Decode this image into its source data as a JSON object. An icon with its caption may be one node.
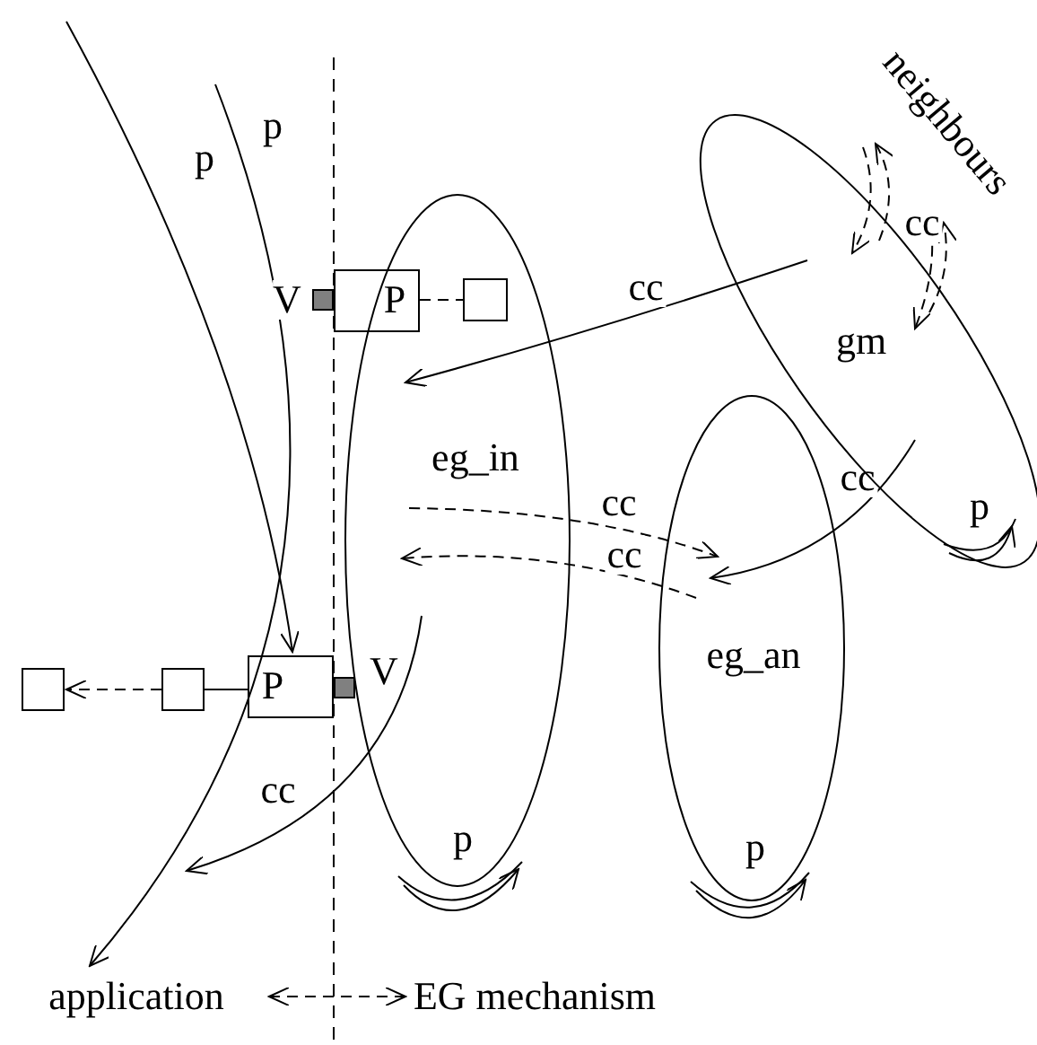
{
  "diagram": {
    "nodes": [
      {
        "text": [
          "eg_in"
        ]
      },
      {
        "text": [
          "eg_an"
        ]
      },
      {
        "text": [
          "gm"
        ]
      },
      {
        "text": [
          "P"
        ]
      },
      {
        "text": [],
        "shape": "box",
        "beside": [
          "V"
        ]
      },
      {
        "text": [],
        "shape": "box",
        "in": 0
      },
      {
        "text": [
          "P"
        ]
      },
      {
        "text": [],
        "shape": "box",
        "beside": [
          "V"
        ]
      },
      {
        "text": [],
        "shape": "box"
      },
      {
        "text": [],
        "shape": "box"
      },
      {
        "text": [
          "neighbours"
        ]
      },
      {
        "text": [
          "application"
        ]
      },
      {
        "text": [
          "EG mechanism"
        ]
      }
    ],
    "edges": [
      {
        "from": 3,
        "to": 5,
        "arrow": "none",
        "style": "dashed"
      },
      {
        "from": 6,
        "to": 9,
        "arrow": "none"
      },
      {
        "from": 9,
        "to": 8,
        "arrow": "to",
        "style": "dashed"
      },
      {
        "from": 2,
        "to": 0,
        "arrow": "to",
        "label": "cc"
      },
      {
        "from": 2,
        "to": 1,
        "arrow": "to",
        "label": "cc"
      },
      {
        "from": 0,
        "to": 1,
        "arrow": "to",
        "style": "dashed",
        "label": "cc"
      },
      {
        "from": 1,
        "to": 0,
        "arrow": "to",
        "style": "dashed",
        "label": "cc"
      },
      {
        "from": 2,
        "to": 10,
        "arrow": "to",
        "style": "dashed",
        "label": "cc"
      },
      {
        "from": 10,
        "to": 2,
        "arrow": "to",
        "style": "dashed"
      },
      {
        "from": 2,
        "to": 10,
        "arrow": "to",
        "style": "dashed"
      },
      {
        "from": 10,
        "to": 2,
        "arrow": "to",
        "style": "dashed"
      },
      {
        "from": null,
        "to": 6,
        "arrow": "to",
        "label": "p"
      },
      {
        "from": null,
        "to": 11,
        "arrow": "to",
        "label": "p"
      },
      {
        "from": 0,
        "to": null,
        "arrow": "to",
        "label": "cc"
      },
      {
        "from": 11,
        "to": 12,
        "arrow": "both",
        "style": "dashed"
      }
    ],
    "labels": [
      "p",
      "p",
      "p"
    ]
  }
}
